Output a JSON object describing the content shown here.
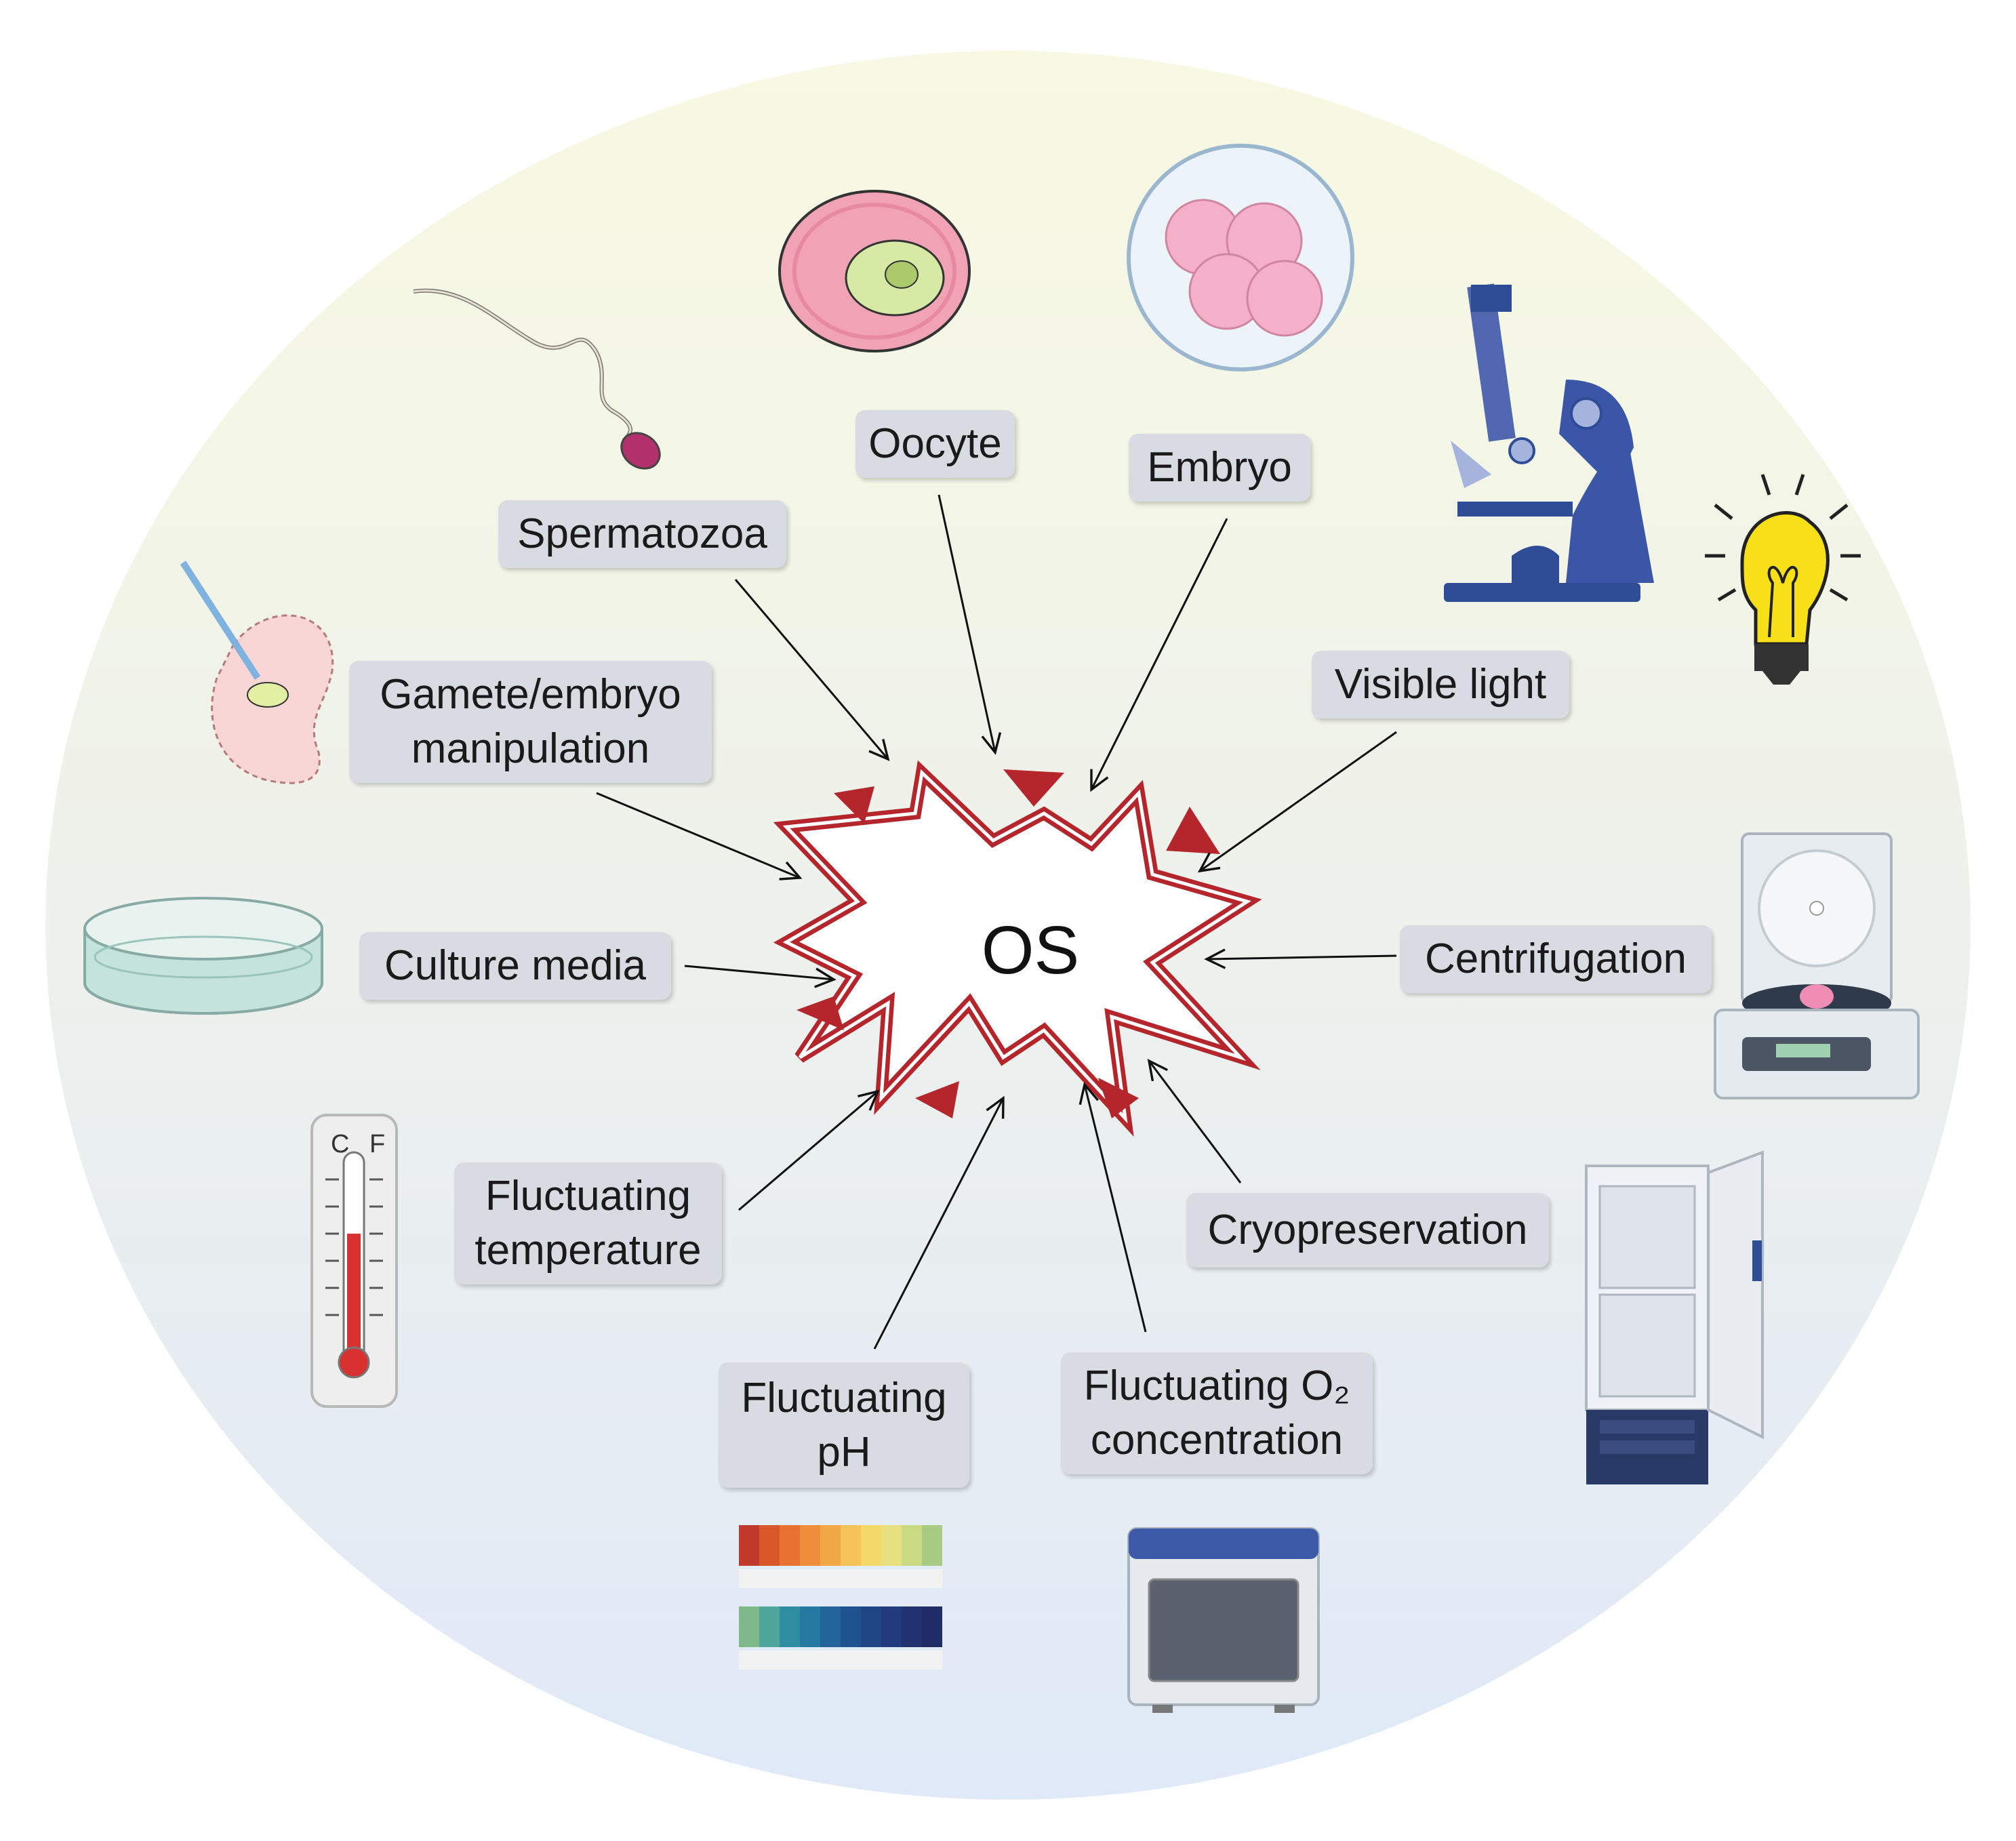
{
  "center": {
    "label": "OS"
  },
  "factors": [
    {
      "id": "spermatozoa",
      "lines": [
        "Spermatozoa"
      ]
    },
    {
      "id": "oocyte",
      "lines": [
        "Oocyte"
      ]
    },
    {
      "id": "embryo",
      "lines": [
        "Embryo"
      ]
    },
    {
      "id": "visible-light",
      "lines": [
        "Visible light"
      ]
    },
    {
      "id": "gamete-manipulation",
      "lines": [
        "Gamete/embryo",
        "manipulation"
      ]
    },
    {
      "id": "culture-media",
      "lines": [
        "Culture media"
      ]
    },
    {
      "id": "centrifugation",
      "lines": [
        "Centrifugation"
      ]
    },
    {
      "id": "fluctuating-temperature",
      "lines": [
        "Fluctuating",
        "temperature"
      ]
    },
    {
      "id": "cryopreservation",
      "lines": [
        "Cryopreservation"
      ]
    },
    {
      "id": "fluctuating-ph",
      "lines": [
        "Fluctuating",
        "pH"
      ]
    },
    {
      "id": "fluctuating-o2",
      "lines": [
        "Fluctuating O₂",
        "concentration"
      ]
    }
  ],
  "thermometer": {
    "left_scale": "C",
    "right_scale": "F"
  },
  "colors": {
    "burst": "#b5262c",
    "label_bg": "#d9dbe2",
    "oocyte": "#f2a3b3",
    "embryo": "#f4b0c8",
    "microscope": "#3b56a6",
    "bulb": "#f7e017"
  }
}
